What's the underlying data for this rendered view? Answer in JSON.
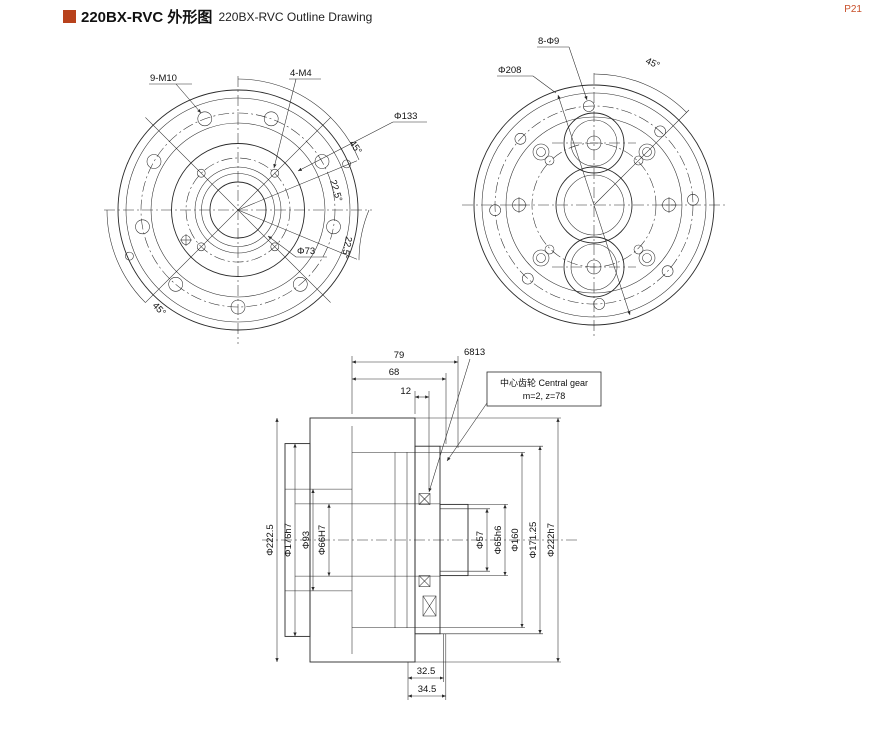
{
  "page": {
    "page_number": "P21",
    "title_cn": "220BX-RVC 外形图",
    "title_en": "220BX-RVC Outline Drawing"
  },
  "colors": {
    "accent": "#b8421c",
    "page_number": "#c8502a",
    "line": "#2a2a2a"
  },
  "front_view": {
    "label_9m10": "9-M10",
    "label_4m4": "4-M4",
    "label_d133": "Φ133",
    "label_d73": "Φ73",
    "angle_45": "45°",
    "angle_225": "22.5°"
  },
  "rear_view": {
    "label_d208": "Φ208",
    "label_8d9": "8-Φ9",
    "angle_45": "45°"
  },
  "section_view": {
    "dim_79": "79",
    "dim_68": "68",
    "dim_12": "12",
    "bearing_code": "6813",
    "gear_note_line1": "中心齿轮 Central gear",
    "gear_note_line2": "m=2, z=78",
    "d222_5": "Φ222.5",
    "d176h7": "Φ176h7",
    "d93": "Φ93",
    "d66H7": "Φ66H7",
    "d57": "Φ57",
    "d65h6": "Φ65h6",
    "d160": "Φ160",
    "d171_25": "Φ171.25",
    "d222h7": "Φ222h7",
    "dim_32_5": "32.5",
    "dim_34_5": "34.5"
  }
}
